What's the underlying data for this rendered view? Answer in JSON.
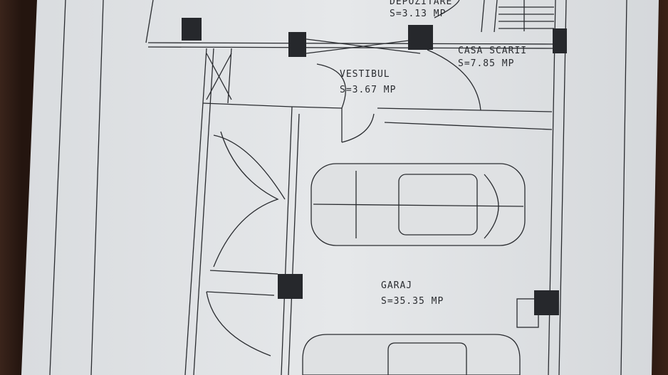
{
  "rooms": [
    {
      "name": "DEPOZITARE",
      "area": "S=3.13 MP"
    },
    {
      "name": "CASA SCARII",
      "area": "S=7.85 MP"
    },
    {
      "name": "VESTIBUL",
      "area": "S=3.67 MP"
    },
    {
      "name": "GARAJ",
      "area": "S=35.35 MP"
    }
  ],
  "colors": {
    "paper": "#e3e5e7",
    "ink": "#2a2c30",
    "wall": "#26282c",
    "background": "#24150f"
  }
}
